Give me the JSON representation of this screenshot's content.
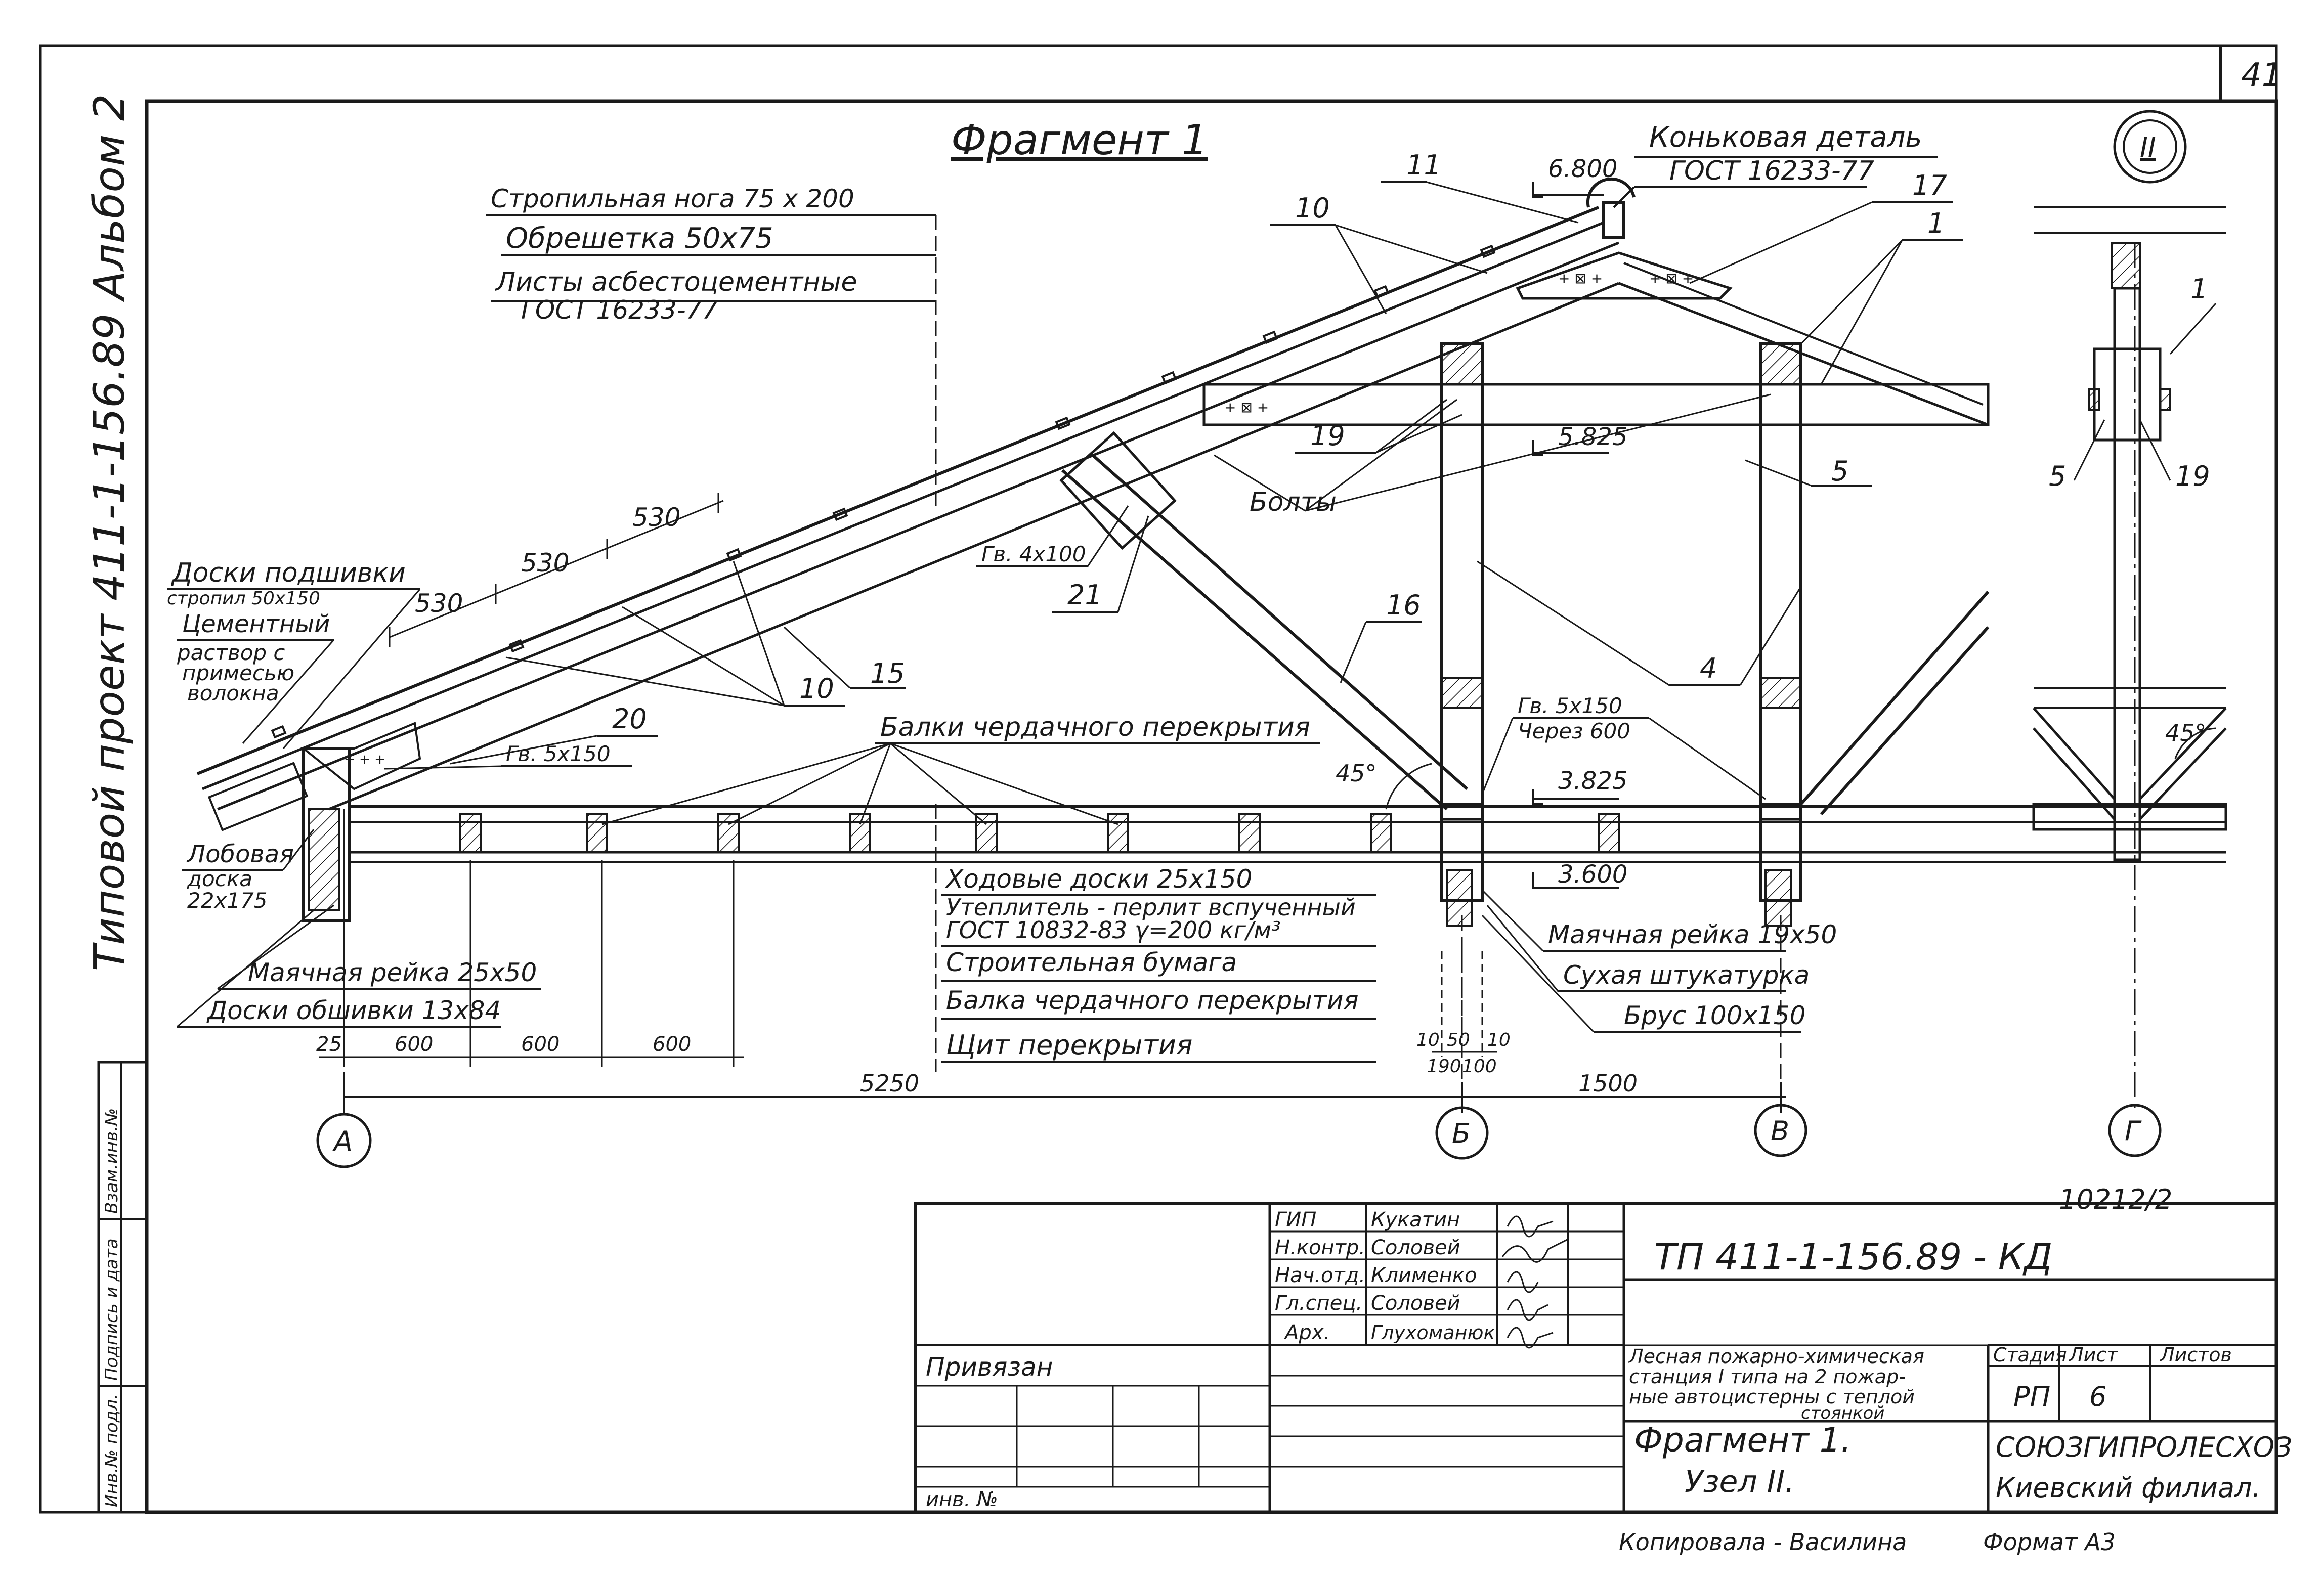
{
  "sheet_number": "41",
  "side_title": "Типовой проект 411-1-156.89 Альбом 2",
  "fragment_title": "Фрагмент 1",
  "section_mark": "II",
  "ridge_label_1": "Коньковая деталь",
  "ridge_label_2": "ГОСТ 16233-77",
  "layers": {
    "l1": "Стропильная нога 75 x 200",
    "l2": "Обрешетка 50x75",
    "l3": "Листы асбестоцементные",
    "l4": "ГОСТ 16233-77"
  },
  "eaves": {
    "soffit_1": "Доски подшивки",
    "soffit_2": "стропил 50x150",
    "cement_1": "Цементный",
    "cement_2": "раствор с",
    "cement_3": "примесью",
    "cement_4": "волокна",
    "fascia_1": "Лобовая",
    "fascia_2": "доска",
    "fascia_3": "22x175",
    "lath": "Маячная рейка 25x50",
    "cladding": "Доски обшивки 13x84"
  },
  "marks": {
    "m1": "1",
    "m4": "4",
    "m5": "5",
    "m10a": "10",
    "m10b": "10",
    "m11": "11",
    "m15": "15",
    "m16": "16",
    "m17": "17",
    "m19": "19",
    "m20": "20",
    "m21": "21",
    "nails_1": "Гв. 4x100",
    "nails_2": "Гв. 5x150",
    "nails_3": "Гв. 5x150",
    "nails_4": "Через 600",
    "bolts": "Болты",
    "beams": "Балки чердачного перекрытия"
  },
  "elevations": {
    "e1": "6.800",
    "e2": "5.825",
    "e3": "3.825",
    "e4": "3.600"
  },
  "spacing": {
    "s1": "530",
    "s2": "530",
    "s3": "530"
  },
  "ceiling": {
    "c1": "Ходовые доски 25x150",
    "c2": "Утеплитель - перлит вспученный",
    "c3": "ГОСТ 10832-83 γ=200 кг/м³",
    "c4": "Строительная бумага",
    "c5": "Балка чердачного перекрытия",
    "c6": "Щит перекрытия"
  },
  "column_notes": {
    "n1": "Маячная рейка 19x50",
    "n2": "Сухая штукатурка",
    "n3": "Брус 100x150"
  },
  "dims": {
    "d25": "25",
    "d600a": "600",
    "d600b": "600",
    "d600c": "600",
    "d5250": "5250",
    "d1500": "1500",
    "d10a": "10",
    "d50": "50",
    "d10b": "10",
    "d190": "190",
    "d100": "100",
    "angle1": "45°",
    "angle2": "45°"
  },
  "axes": {
    "a": "А",
    "b": "Б",
    "v": "В",
    "g": "Г"
  },
  "archive_number": "10212/2",
  "stamp": {
    "code": "ТП 411-1-156.89 - КД",
    "roles": [
      "ГИП",
      "Н.контр.",
      "Нач.отд.",
      "Гл.спец.",
      "Арх."
    ],
    "names": [
      "Кукатин",
      "Соловей",
      "Клименко",
      "Соловей",
      "Глухоманюк"
    ],
    "project_1": "Лесная пожарно-химическая",
    "project_2": "станция I типа на 2 пожар-",
    "project_3": "ные автоцистерны с теплой",
    "project_4": "стоянкой",
    "sheet_title_1": "Фрагмент 1.",
    "sheet_title_2": "Узел II.",
    "stage_header": "Стадия",
    "sheet_header": "Лист",
    "sheets_header": "Листов",
    "stage": "РП",
    "sheet": "6",
    "org_1": "СОЮЗГИПРОЛЕСХОЗ",
    "org_2": "Киевский филиал.",
    "attached": "Привязан",
    "inv": "инв. №"
  },
  "left_strip": [
    "Взам.инв.№",
    "Подпись и дата",
    "Инв.№ подл."
  ],
  "footer_copied": "Копировала - Василина",
  "footer_format": "Формат А3"
}
